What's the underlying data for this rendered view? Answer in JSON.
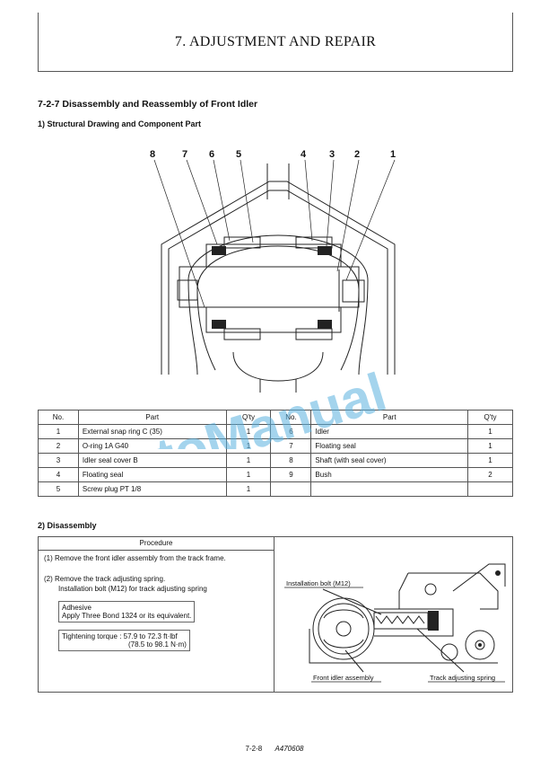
{
  "header": {
    "title": "7. ADJUSTMENT AND REPAIR"
  },
  "section_title": "7-2-7  Disassembly and Reassembly of Front Idler",
  "sub1": "1)  Structural Drawing and Component Part",
  "drawing_callouts": [
    "8",
    "7",
    "6",
    "5",
    "4",
    "3",
    "2",
    "1"
  ],
  "parts_table": {
    "headers": [
      "No.",
      "Part",
      "Q'ty",
      "No.",
      "Part",
      "Q'ty"
    ],
    "rows": [
      [
        "1",
        "External snap ring C (35)",
        "1",
        "6",
        "Idler",
        "1"
      ],
      [
        "2",
        "O-ring 1A G40",
        "1",
        "7",
        "Floating seal",
        "1"
      ],
      [
        "3",
        "Idler seal cover B",
        "1",
        "8",
        "Shaft (with seal cover)",
        "1"
      ],
      [
        "4",
        "Floating seal",
        "1",
        "9",
        "Bush",
        "2"
      ],
      [
        "5",
        "Screw plug PT 1/8",
        "1",
        "",
        "",
        ""
      ]
    ]
  },
  "sub2": "2)  Disassembly",
  "procedure": {
    "header": "Procedure",
    "step1": "(1)  Remove the front idler assembly from the track frame.",
    "step2a": "(2)  Remove the track adjusting spring.",
    "step2b": "Installation bolt (M12) for track adjusting spring",
    "adhesive_title": "Adhesive",
    "adhesive_text": "Apply Three Bond 1324 or its equivalent.",
    "torque1": "Tightening torque : 57.9 to 72.3 ft·lbf",
    "torque2": "(78.5 to 98.1 N·m)"
  },
  "figure_labels": {
    "bolt": "Installation bolt (M12)",
    "idler": "Front idler assembly",
    "spring": "Track adjusting spring"
  },
  "watermark": "AutoManual",
  "footer": {
    "page": "7-2-8",
    "doc": "A470608"
  }
}
